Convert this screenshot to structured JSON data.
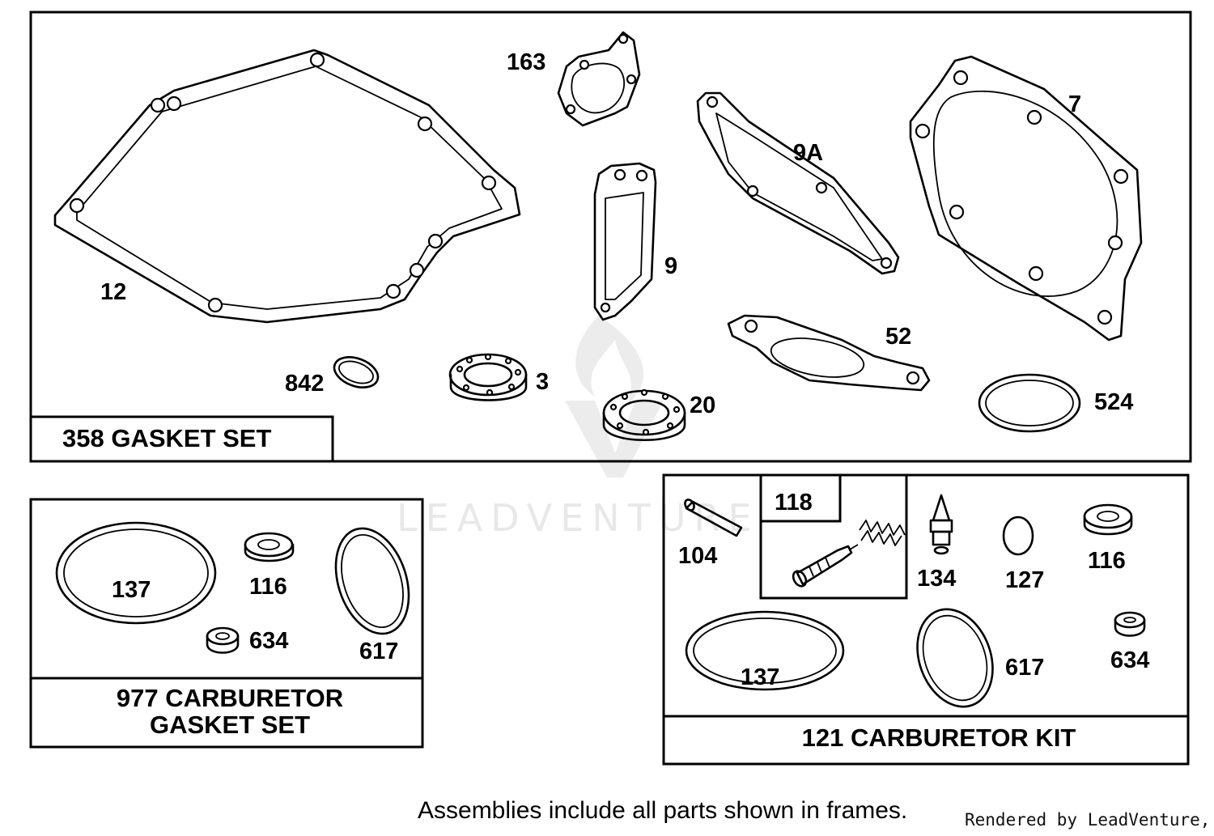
{
  "frames": {
    "gasket_set": "358 GASKET SET",
    "carb_gasket_set_line1": "977 CARBURETOR",
    "carb_gasket_set_line2": "GASKET SET",
    "carb_kit": "121 CARBURETOR KIT",
    "sub_kit": "118"
  },
  "labels": {
    "p12": "12",
    "p163": "163",
    "p9": "9",
    "p9a": "9A",
    "p7": "7",
    "p52": "52",
    "p842": "842",
    "p3": "3",
    "p20": "20",
    "p524": "524",
    "c137": "137",
    "c116": "116",
    "c634": "634",
    "c617": "617",
    "k104": "104",
    "k134": "134",
    "k127": "127",
    "k116": "116",
    "k137": "137",
    "k617": "617",
    "k634": "634"
  },
  "footer": {
    "note": "Assemblies include all parts shown in frames.",
    "credit": "Rendered by LeadVenture, Inc."
  },
  "watermark": "LEADVENTURE"
}
